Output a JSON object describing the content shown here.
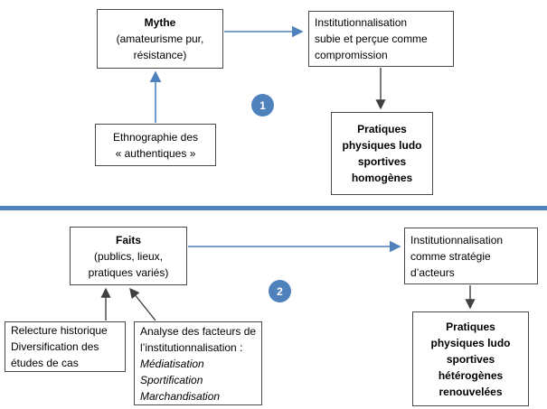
{
  "colors": {
    "accent_blue": "#4f81bd",
    "arrow_dark": "#404040",
    "box_border": "#4a4a4a",
    "box_fill": "#ffffff"
  },
  "badges": {
    "one": "1",
    "two": "2"
  },
  "top": {
    "mythe": {
      "title": "Mythe",
      "line1": "(amateurisme pur,",
      "line2": "résistance)"
    },
    "institutionnalisation": {
      "line1": "Institutionnalisation",
      "line2": "subie et perçue comme",
      "line3": "compromission"
    },
    "ethnographie": {
      "line1": "Ethnographie des",
      "line2": "« authentiques »"
    },
    "pratiques": {
      "line1": "Pratiques",
      "line2": "physiques ludo",
      "line3": "sportives",
      "line4": "homogènes"
    }
  },
  "bottom": {
    "faits": {
      "title": "Faits",
      "line1": "(publics, lieux,",
      "line2": "pratiques variés)"
    },
    "institutionnalisation": {
      "line1": "Institutionnalisation",
      "line2": "comme stratégie",
      "line3": "d’acteurs"
    },
    "relecture": {
      "line1": "Relecture historique",
      "line2": "Diversification des",
      "line3": "études de cas"
    },
    "analyse": {
      "line1": "Analyse des facteurs de",
      "line2": "l’institutionnalisation :",
      "italic1": "Médiatisation",
      "italic2": "Sportification",
      "italic3": "Marchandisation"
    },
    "pratiques": {
      "line1": "Pratiques",
      "line2": "physiques ludo",
      "line3": "sportives",
      "line4": "hétérogènes",
      "line5": "renouvelées"
    }
  }
}
